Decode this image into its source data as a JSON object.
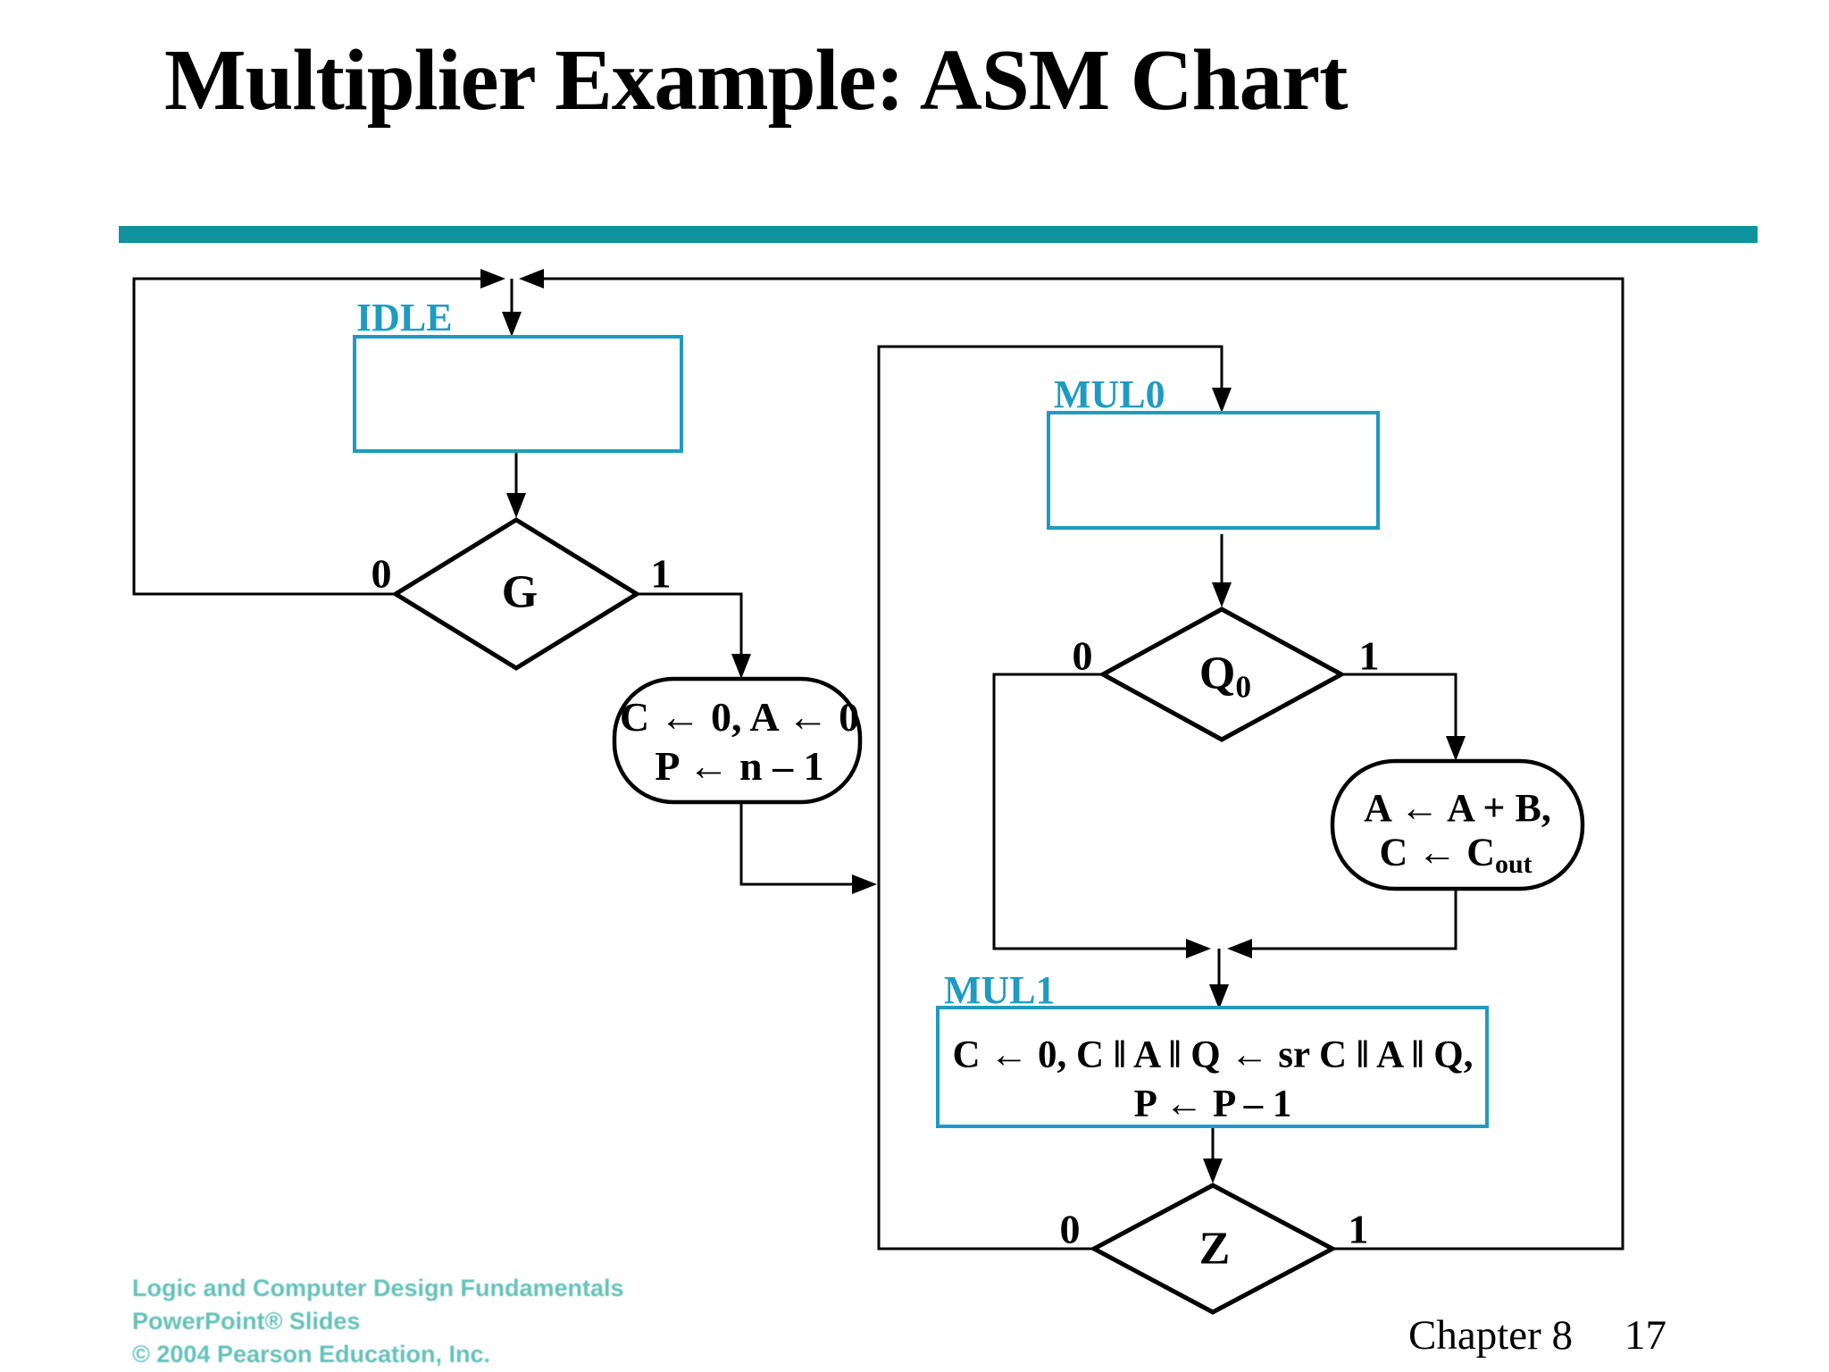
{
  "slide": {
    "title": "Multiplier Example: ASM Chart",
    "footer": {
      "chapter": "Chapter 8",
      "page": "17"
    },
    "watermark": [
      "Logic and Computer Design Fundamentals",
      "PowerPoint® Slides",
      "© 2004 Pearson Education, Inc."
    ]
  },
  "colors": {
    "divider_teal": "#0E939E",
    "state_teal": "#1F9BC1",
    "line_black": "#000000",
    "watermark_teal": "#3FB3A9"
  },
  "diagram": {
    "type": "asm-flowchart",
    "states": [
      {
        "id": "IDLE",
        "label": "IDLE",
        "content": ""
      },
      {
        "id": "MUL0",
        "label": "MUL0",
        "content": ""
      },
      {
        "id": "MUL1",
        "label": "MUL1",
        "line1": "C ←  0, C ‖ A ‖ Q ← sr C ‖ A ‖ Q,",
        "line2": "P ←  P – 1"
      }
    ],
    "decisions": [
      {
        "id": "G",
        "label": "G",
        "false_label": "0",
        "true_label": "1"
      },
      {
        "id": "Q0",
        "label_base": "Q",
        "label_sub": "0",
        "false_label": "0",
        "true_label": "1"
      },
      {
        "id": "Z",
        "label": "Z",
        "false_label": "0",
        "true_label": "1"
      }
    ],
    "outputs": [
      {
        "id": "init",
        "line1": "C ← 0, A ← 0",
        "line2": "P ← n – 1"
      },
      {
        "id": "add",
        "line1": "A ←  A + B,",
        "line2_base": "C ← C",
        "line2_sub": "out"
      }
    ]
  }
}
